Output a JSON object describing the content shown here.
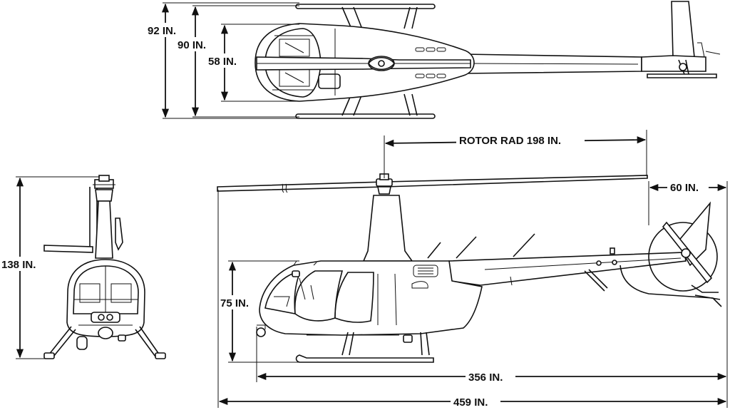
{
  "dimensions": {
    "top_overall_width": "92 IN.",
    "top_skid_width": "90 IN.",
    "top_cabin_width": "58 IN.",
    "rotor_radius": "ROTOR RAD 198 IN.",
    "tail_rotor_diameter": "60 IN.",
    "front_height": "138 IN.",
    "side_cabin_height": "75 IN.",
    "fuselage_length": "356 IN.",
    "overall_length": "459 IN."
  }
}
